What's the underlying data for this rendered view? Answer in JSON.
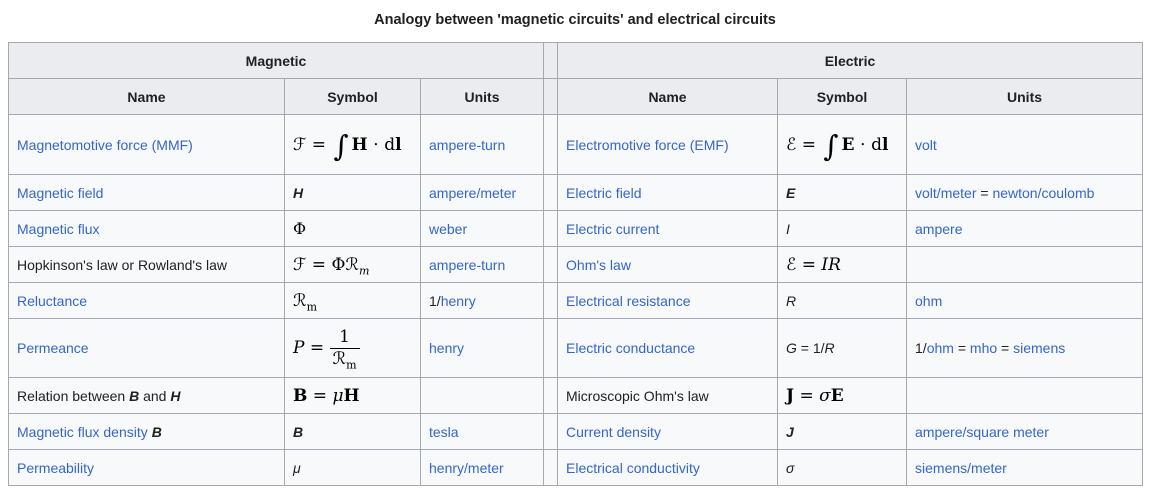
{
  "title": "Analogy between 'magnetic circuits' and electrical circuits",
  "colors": {
    "link": "#3366cc",
    "text": "#202122",
    "border": "#a2a9b1",
    "header_bg": "#eaecf0",
    "body_bg": "#f8f9fa"
  },
  "headers": {
    "magnetic": "Magnetic",
    "electric": "Electric",
    "name": "Name",
    "symbol": "Symbol",
    "units": "Units"
  },
  "rows": [
    {
      "m_name": "Magnetomotive force (MMF)",
      "m_sym": {
        "lhs": "ℱ",
        "eq": " = ",
        "int": "∫",
        "vec": "H",
        "cdot": " ⋅ ",
        "d": "d",
        "dvec": "l"
      },
      "m_units": "ampere-turn",
      "e_name": "Electromotive force (EMF)",
      "e_sym": {
        "lhs": "ℰ",
        "eq": " = ",
        "int": "∫",
        "vec": "E",
        "cdot": " ⋅ ",
        "d": "d",
        "dvec": "l"
      },
      "e_units": "volt"
    },
    {
      "m_name": "Magnetic field",
      "m_sym": "H",
      "m_units": "ampere/meter",
      "e_name": "Electric field",
      "e_sym": "E",
      "e_units": {
        "link1": "volt/meter",
        "sep": " = ",
        "link2": "newton/coulomb"
      }
    },
    {
      "m_name": "Magnetic flux",
      "m_sym": "Φ",
      "m_units": "weber",
      "e_name": "Electric current",
      "e_sym": "I",
      "e_units": "ampere"
    },
    {
      "m_name": "Hopkinson's law or Rowland's law",
      "m_sym": {
        "lhs": "ℱ",
        "eq": " = ",
        "phi": "Φ",
        "r": "ℛ",
        "sub": "m"
      },
      "m_units": "ampere-turn",
      "e_name": "Ohm's law",
      "e_sym": {
        "lhs": "ℰ",
        "eq": " = ",
        "ir": "IR"
      },
      "e_units": ""
    },
    {
      "m_name": "Reluctance",
      "m_sym": {
        "r": "ℛ",
        "sub": "m"
      },
      "m_units": {
        "prefix": "1/",
        "link": "henry"
      },
      "e_name": "Electrical resistance",
      "e_sym": "R",
      "e_units": "ohm"
    },
    {
      "m_name": "Permeance",
      "m_sym": {
        "lhs": "P",
        "eq": " = ",
        "num": "1",
        "r": "ℛ",
        "sub": "m"
      },
      "m_units": "henry",
      "e_name": "Electric conductance",
      "e_sym": {
        "g": "G",
        "mid": " = 1/",
        "r": "R"
      },
      "e_units": {
        "prefix": "1/",
        "link1": "ohm",
        "sep1": " = ",
        "link2": "mho",
        "sep2": " = ",
        "link3": "siemens"
      }
    },
    {
      "m_name": {
        "t1": "Relation between ",
        "b": "B",
        "t2": " and ",
        "h": "H"
      },
      "m_sym": {
        "b": "B",
        "eq": " = ",
        "mu": "μ",
        "h": "H"
      },
      "m_units": "",
      "e_name": "Microscopic Ohm's law",
      "e_sym": {
        "j": "J",
        "eq": " = ",
        "sigma": "σ",
        "e": "E"
      },
      "e_units": ""
    },
    {
      "m_name": {
        "link": "Magnetic flux density",
        "b": "B"
      },
      "m_sym": "B",
      "m_units": "tesla",
      "e_name": "Current density",
      "e_sym": "J",
      "e_units": "ampere/square meter"
    },
    {
      "m_name": "Permeability",
      "m_sym": "μ",
      "m_units": "henry/meter",
      "e_name": "Electrical conductivity",
      "e_sym": "σ",
      "e_units": "siemens/meter"
    }
  ]
}
